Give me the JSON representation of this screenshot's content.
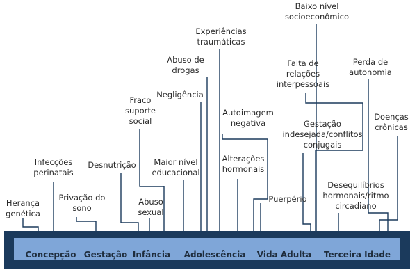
{
  "stages": [
    "Concepção",
    "Gestação",
    "Infância",
    "Adolescência",
    "Vida Adulta",
    "Terceira Idade"
  ],
  "factors": [
    {
      "id": "heranca",
      "lines": [
        "Herança",
        "genética"
      ]
    },
    {
      "id": "infeccoes",
      "lines": [
        "Infecções",
        "perinatais"
      ]
    },
    {
      "id": "privacao",
      "lines": [
        "Privação do",
        "sono"
      ]
    },
    {
      "id": "desnutricao",
      "lines": [
        "Desnutrição"
      ]
    },
    {
      "id": "fraco",
      "lines": [
        "Fraco",
        "suporte",
        "social"
      ]
    },
    {
      "id": "abuso-sexual",
      "lines": [
        "Abuso",
        "sexual"
      ]
    },
    {
      "id": "maior-nivel",
      "lines": [
        "Maior nível",
        "educacional"
      ]
    },
    {
      "id": "negligencia",
      "lines": [
        "Negligência"
      ]
    },
    {
      "id": "abuso-drogas",
      "lines": [
        "Abuso de",
        "drogas"
      ]
    },
    {
      "id": "experiencias",
      "lines": [
        "Experiências",
        "traumáticas"
      ]
    },
    {
      "id": "autoimagem",
      "lines": [
        "Autoimagem",
        "negativa"
      ]
    },
    {
      "id": "alteracoes",
      "lines": [
        "Alterações",
        "hormonais"
      ]
    },
    {
      "id": "puerperio",
      "lines": [
        "Puerpério"
      ]
    },
    {
      "id": "baixo-nivel",
      "lines": [
        "Baixo nível",
        "socioeconômico"
      ]
    },
    {
      "id": "falta",
      "lines": [
        "Falta de",
        "relações",
        "interpessoais"
      ]
    },
    {
      "id": "gestacao-indesejada",
      "lines": [
        "Gestação",
        "indesejada/conflitos",
        "conjugais"
      ]
    },
    {
      "id": "perda",
      "lines": [
        "Perda de",
        "autonomia"
      ]
    },
    {
      "id": "doencas",
      "lines": [
        "Doenças",
        "crônicas"
      ]
    },
    {
      "id": "desequilibrios",
      "lines": [
        "Desequilíbrios",
        "hormonais/ritmo",
        "circadiano"
      ]
    }
  ],
  "colors": {
    "timeline_outer": "#1b3a5c",
    "timeline_inner": "#7fa6d8",
    "connector": "#1b3a5c",
    "stage_text": "#1f2d3d",
    "factor_text": "#2b2b2b"
  }
}
